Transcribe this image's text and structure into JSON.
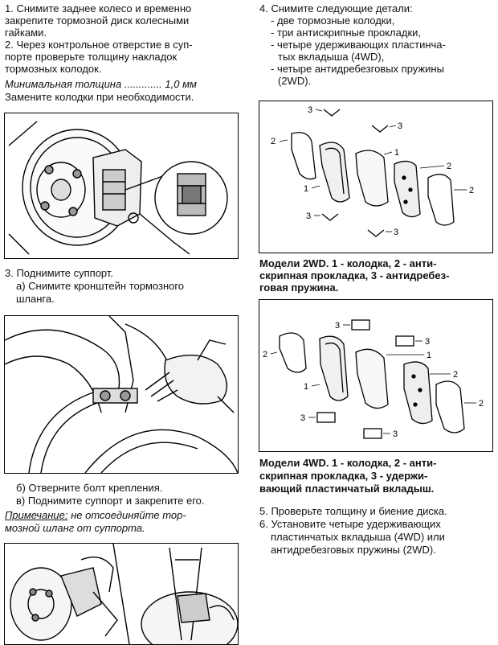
{
  "left": {
    "s1_l1": "1. Снимите заднее колесо и временно",
    "s1_l2": "закрепите тормозной диск колесными",
    "s1_l3": "гайками.",
    "s2_l1": "2. Через контрольное отверстие в суп-",
    "s2_l2": "порте проверьте толщину накладок",
    "s2_l3": "тормозных колодок.",
    "min_label": "Минимальная толщина",
    "min_dots": ".............",
    "min_value": "1,0 мм",
    "replace": "Замените колодки при необходимости.",
    "s3_l1": "3. Поднимите суппорт.",
    "s3a_l1": "а) Снимите кронштейн тормозного",
    "s3a_l2": "шланга.",
    "s3b": "б) Отверните болт крепления.",
    "s3c": "в) Поднимите суппорт и закрепите его.",
    "note_label": "Примечание:",
    "note_l1": " не отсоединяйте тор-",
    "note_l2": "мозной шланг от суппорта."
  },
  "right": {
    "s4_l1": "4. Снимите следующие детали:",
    "s4_i1": "- две тормозные колодки,",
    "s4_i2": "- три антискрипные прокладки,",
    "s4_i3a": "- четыре удерживающих пластинча-",
    "s4_i3b": "тых вкладыша (4WD),",
    "s4_i4a": "- четыре антидребезговых пружины",
    "s4_i4b": "(2WD).",
    "cap1_l1": "Модели 2WD. 1 - колодка, 2 - анти-",
    "cap1_l2": "скрипная прокладка, 3 - антидребез-",
    "cap1_l3": "говая пружина.",
    "cap2_l1": "Модели 4WD. 1 - колодка, 2 - анти-",
    "cap2_l2": "скрипная прокладка, 3 - удержи-",
    "cap2_l3": "вающий пластинчатый вкладыш.",
    "s5": "5. Проверьте толщину и биение диска.",
    "s6_l1": "6. Установите четыре удерживающих",
    "s6_l2": "пластинчатых вкладыша (4WD) или",
    "s6_l3": "антидребезговых пружины (2WD)."
  },
  "callouts": {
    "one": "1",
    "two": "2",
    "three": "3"
  }
}
